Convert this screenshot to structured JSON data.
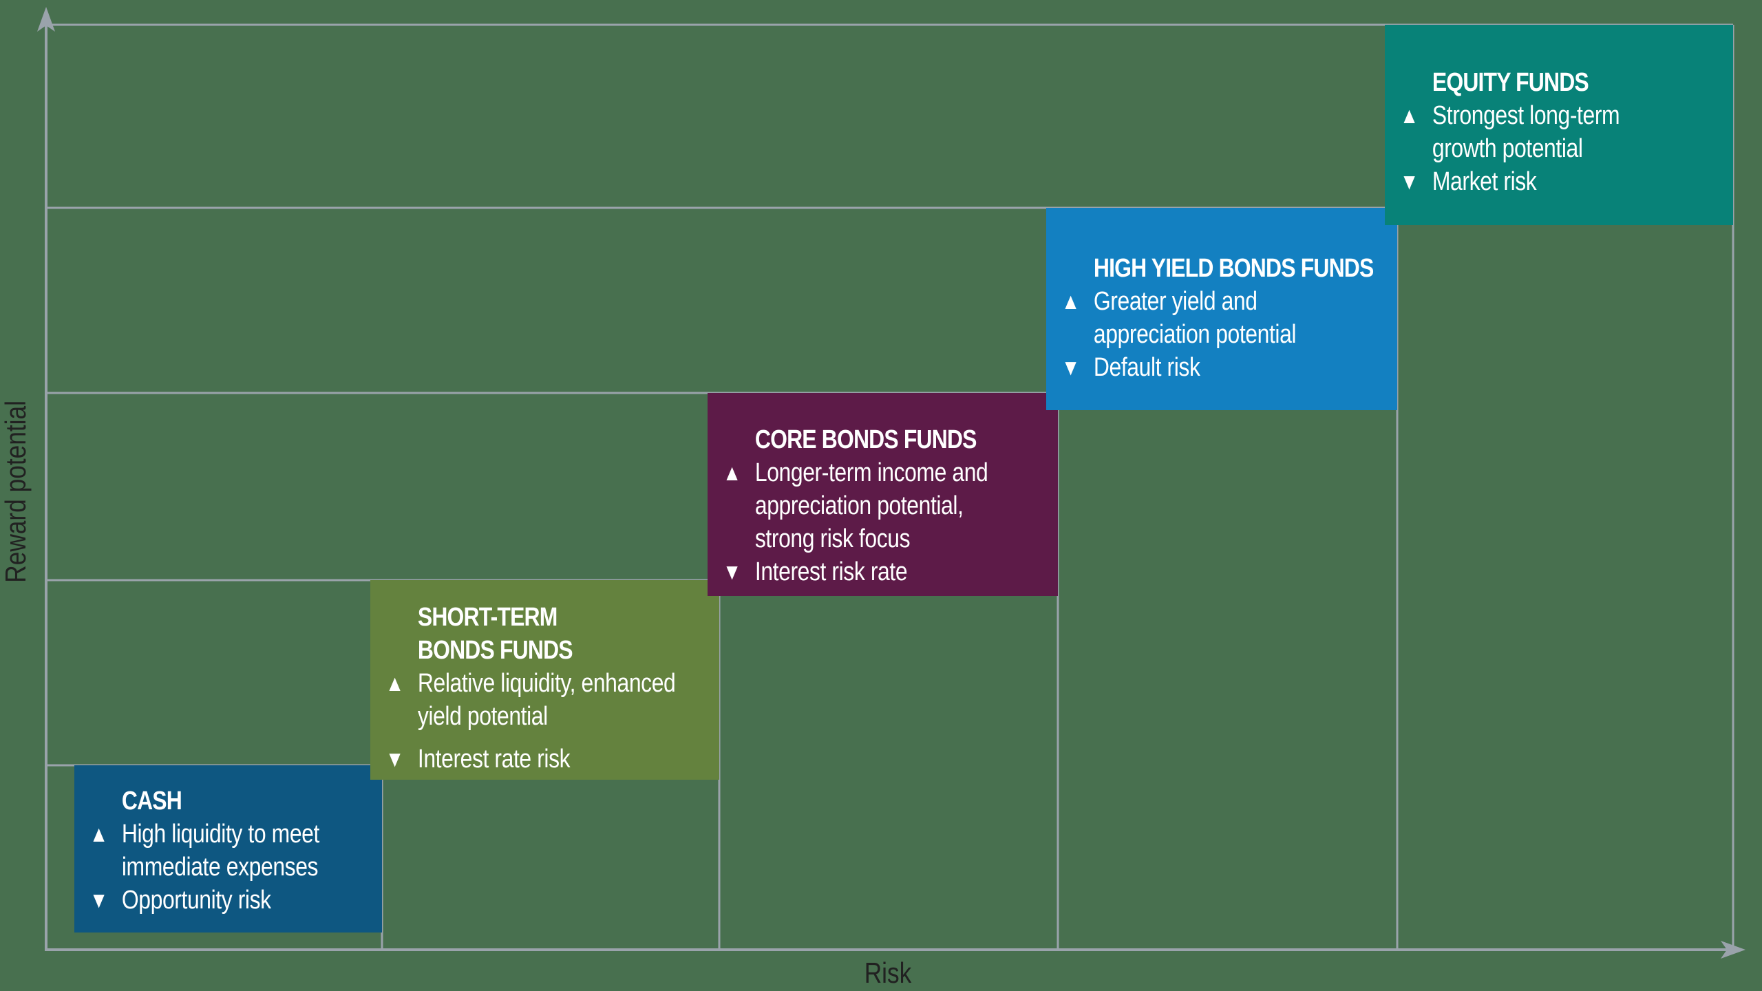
{
  "figure": {
    "x_axis_label": "Risk",
    "y_axis_label": "Reward potential"
  },
  "icons": {
    "up_triangle": "▲",
    "down_triangle": "▼"
  },
  "funds": [
    {
      "name": "CASH",
      "pro": "High liquidity to meet\nimmediate expenses",
      "con": "Opportunity risk",
      "color": "#0e5781"
    },
    {
      "name": "SHORT-TERM\nBONDS FUNDS",
      "pro": "Relative liquidity, enhanced\nyield potential",
      "con": "Interest rate risk",
      "color": "#64823e"
    },
    {
      "name": "CORE BONDS FUNDS",
      "pro": "Longer-term income and\nappreciation potential,\nstrong risk focus",
      "con": "Interest risk rate",
      "color": "#5d1b48"
    },
    {
      "name": "HIGH YIELD BONDS FUNDS",
      "pro": "Greater yield and\nappreciation potential",
      "con": "Default risk",
      "color": "#1380c1"
    },
    {
      "name": "EQUITY FUNDS",
      "pro": "Strongest long-term\ngrowth potential",
      "con": "Market risk",
      "color": "#088278"
    }
  ],
  "colors": {
    "background": "#48704f",
    "grid": "#9aa3ab",
    "axis_text": "#212121",
    "box_text": "#ffffff"
  }
}
